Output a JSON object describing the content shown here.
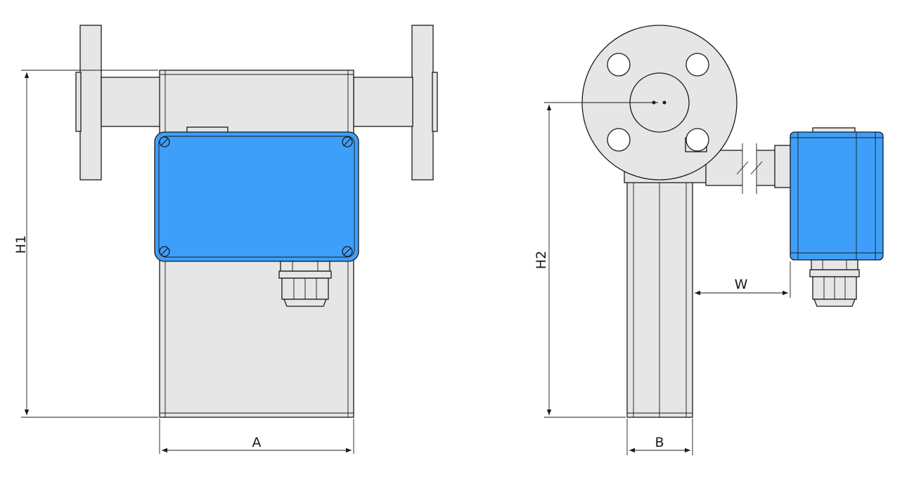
{
  "colors": {
    "housing_fill": "#e6e6e6",
    "junction_box": "#3d9ffa",
    "line": "#1a1a1a"
  },
  "dimensions": {
    "h1": "H1",
    "a": "A",
    "h2": "H2",
    "w": "W",
    "b": "B"
  }
}
